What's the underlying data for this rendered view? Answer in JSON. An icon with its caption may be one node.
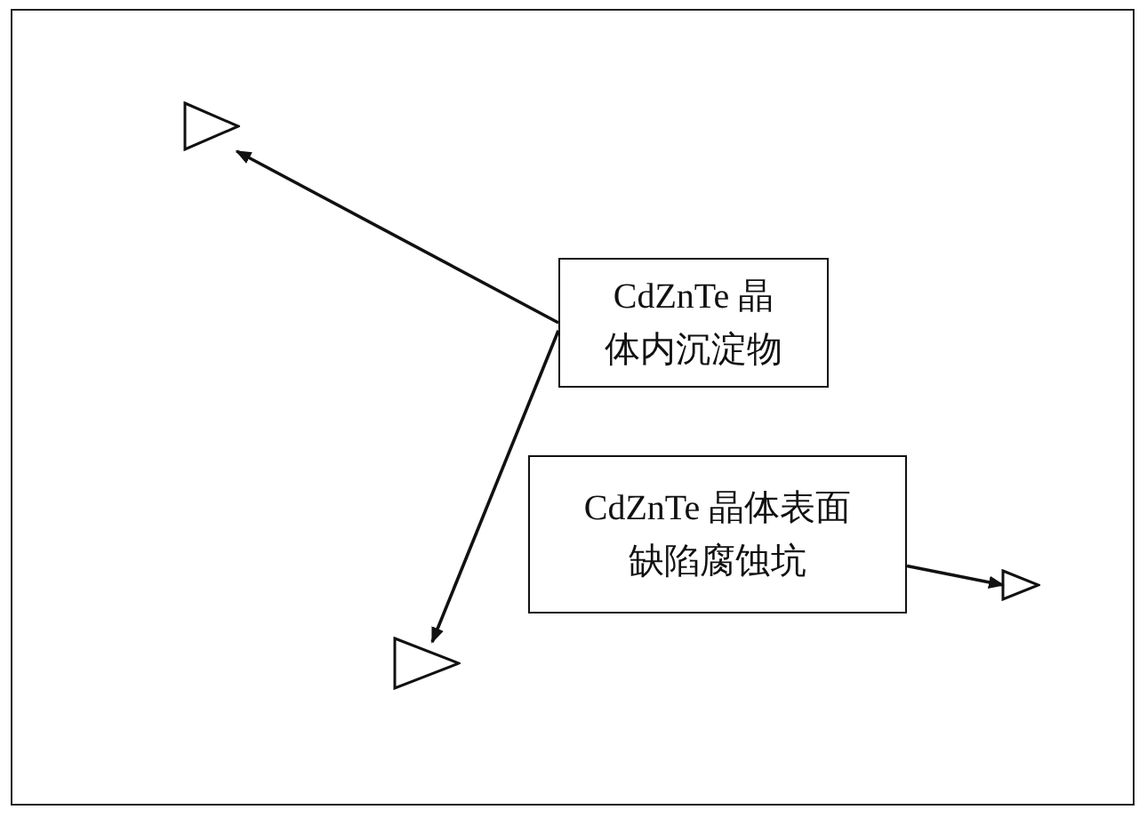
{
  "diagram": {
    "nodes": [
      {
        "text": [],
        "shape": "triangle"
      },
      {
        "text": [
          "CdZnTe 晶体内沉淀物"
        ]
      },
      {
        "text": [
          "CdZnTe 晶体表面缺陷腐蚀坑"
        ]
      },
      {
        "text": [],
        "shape": "triangle"
      },
      {
        "text": [],
        "shape": "triangle"
      }
    ],
    "edges": [
      {
        "from": 1,
        "to": 0,
        "arrow": "to"
      },
      {
        "from": 1,
        "to": 3,
        "arrow": "to"
      },
      {
        "from": 2,
        "to": 4,
        "arrow": "to"
      }
    ]
  }
}
